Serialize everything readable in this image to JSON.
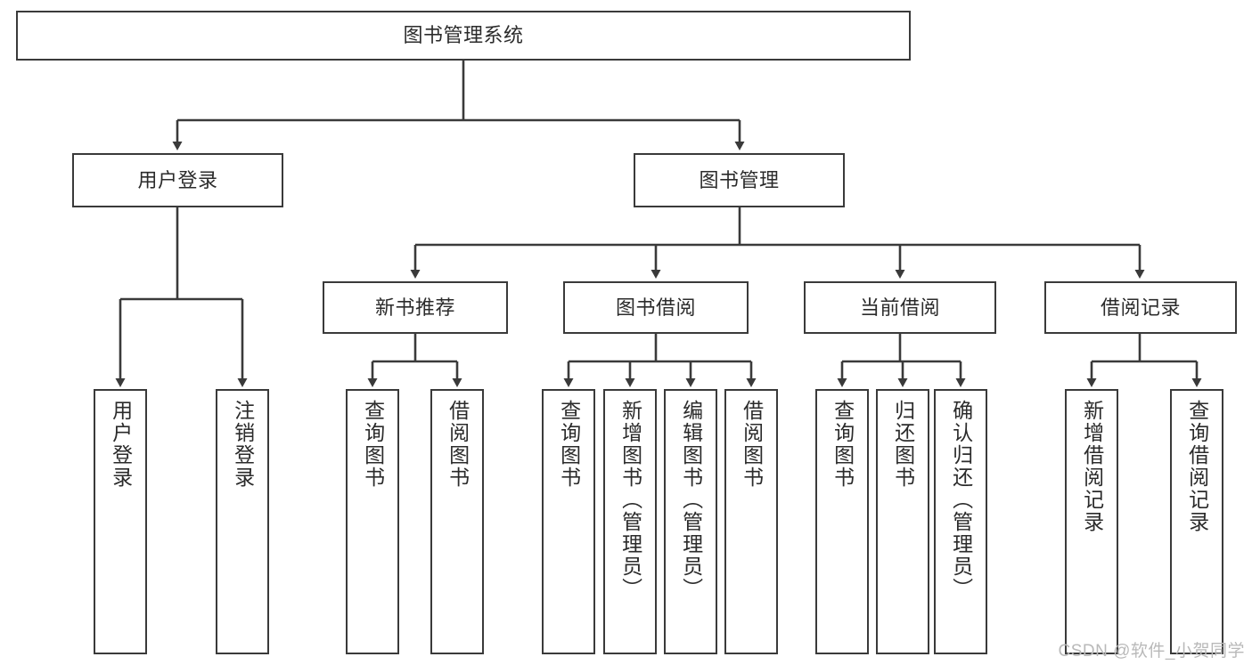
{
  "diagram": {
    "title": "图书管理系统",
    "type": "hierarchy-tree",
    "watermark": "CSDN @软件_小贺同学",
    "colors": {
      "box_border": "#3a3a3a",
      "box_fill": "#ffffff",
      "edge": "#3a3a3a",
      "text": "#2b2b2b",
      "watermark": "#b9b9b9",
      "background": "#ffffff"
    },
    "levels": {
      "root": "图书管理系统",
      "level2": [
        "用户登录",
        "图书管理"
      ],
      "level3": [
        "新书推荐",
        "图书借阅",
        "当前借阅",
        "借阅记录"
      ]
    },
    "nodes": {
      "root": {
        "label": "图书管理系统"
      },
      "user_login": {
        "label": "用户登录"
      },
      "book_mgmt": {
        "label": "图书管理"
      },
      "new_book_rec": {
        "label": "新书推荐"
      },
      "book_borrow": {
        "label": "图书借阅"
      },
      "current_borrow": {
        "label": "当前借阅"
      },
      "borrow_record": {
        "label": "借阅记录"
      },
      "leaf_user_login": {
        "label": "用户登录"
      },
      "leaf_logout": {
        "label": "注销登录"
      },
      "leaf_query_book_a": {
        "label": "查询图书"
      },
      "leaf_borrow_book_a": {
        "label": "借阅图书"
      },
      "leaf_query_book_b": {
        "label": "查询图书"
      },
      "leaf_add_book": {
        "label": "新增图书（管理员）"
      },
      "leaf_edit_book": {
        "label": "编辑图书（管理员）"
      },
      "leaf_borrow_book_b": {
        "label": "借阅图书"
      },
      "leaf_query_book_c": {
        "label": "查询图书"
      },
      "leaf_return_book": {
        "label": "归还图书"
      },
      "leaf_confirm_return": {
        "label": "确认归还（管理员）"
      },
      "leaf_add_record": {
        "label": "新增借阅记录"
      },
      "leaf_query_record": {
        "label": "查询借阅记录"
      }
    }
  }
}
